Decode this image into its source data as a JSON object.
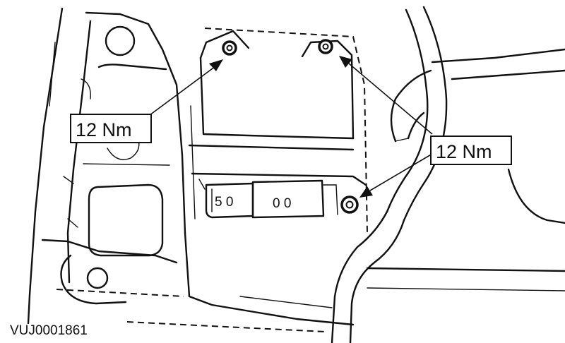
{
  "callouts": {
    "torque_left": "12 Nm",
    "torque_right": "12 Nm"
  },
  "reference_code": "VUJ0001861",
  "icons": [
    "bolt-icon",
    "bolt-icon",
    "bolt-icon"
  ]
}
